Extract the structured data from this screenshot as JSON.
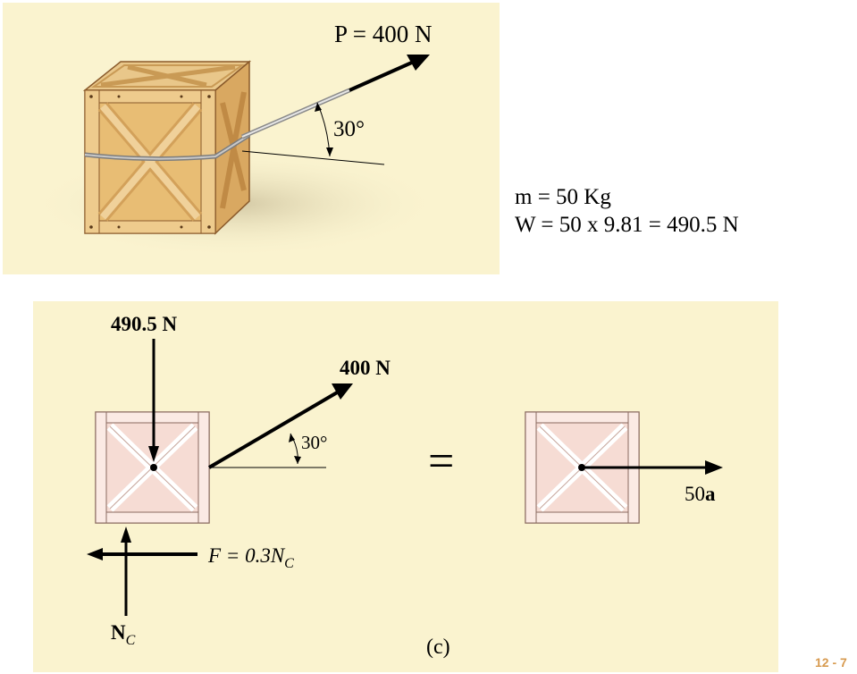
{
  "top_figure": {
    "force_label": "P = 400 N",
    "angle_label": "30°"
  },
  "given": {
    "mass_line": "m = 50 Kg",
    "weight_line": "W = 50 x 9.81 = 490.5 N"
  },
  "fbd": {
    "weight_label": "490.5 N",
    "pull_label": "400 N",
    "angle_label": "30°",
    "equals": "=",
    "friction_label": "F = 0.3N",
    "friction_subscript": "C",
    "normal_label": "N",
    "normal_subscript": "C",
    "kinetic_label_num": "50",
    "kinetic_label_var": "a",
    "caption": "(c)"
  },
  "slide_number": "12 - 7",
  "colors": {
    "panel_background": "#faf3cf",
    "crate_wood": "#e8bd74",
    "crate_outline": "#8a5a2b",
    "fbd_crate": "#f6dcd4",
    "slide_number": "#d79a4f"
  }
}
